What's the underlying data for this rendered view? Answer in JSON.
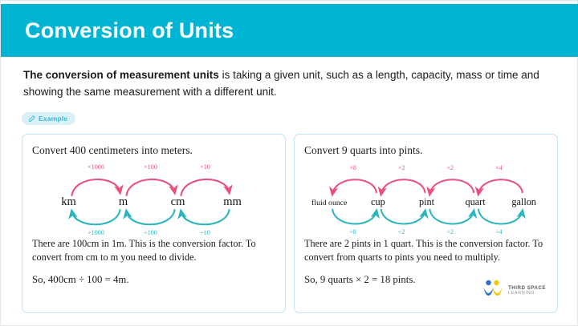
{
  "theme": {
    "header_bg": "#00b5d4",
    "pink": "#e8527f",
    "teal": "#2bb5bd",
    "box_border": "#bfe6ee",
    "pill_bg": "#d9f2f8",
    "pill_fg": "#3ab7cf"
  },
  "header": {
    "title": "Conversion of Units"
  },
  "intro": {
    "bold_lead": "The conversion of measurement units",
    "rest": " is taking a given unit, such as a length, capacity, mass or time and showing the same measurement with a different unit."
  },
  "pill": {
    "label": "Example",
    "icon": "pencil-icon"
  },
  "examples": [
    {
      "title": "Convert 400 centimeters into meters.",
      "diagram": {
        "units": [
          "km",
          "m",
          "cm",
          "mm"
        ],
        "top_labels": [
          "×1000",
          "×100",
          "×10"
        ],
        "bottom_labels": [
          "÷1000",
          "÷100",
          "÷10"
        ],
        "top_direction": "right",
        "bottom_direction": "left",
        "top_color": "#e8527f",
        "bottom_color": "#2bb5bd"
      },
      "body": "There are 100cm in 1m. This is the conversion factor. To convert from cm to m you need to divide.",
      "answer": "So, 400cm ÷ 100 = 4m."
    },
    {
      "title": "Convert 9 quarts into pints.",
      "diagram": {
        "units": [
          "fluid ounce",
          "cup",
          "pint",
          "quart",
          "gallon"
        ],
        "top_labels": [
          "×8",
          "×2",
          "×2",
          "×4"
        ],
        "bottom_labels": [
          "÷8",
          "÷2",
          "÷2",
          "÷4"
        ],
        "top_direction": "left",
        "bottom_direction": "right",
        "top_color": "#e8527f",
        "bottom_color": "#2bb5bd"
      },
      "body": "There are 2 pints in 1 quart. This is the conversion factor. To convert from quarts to pints you need to multiply.",
      "answer": "So, 9 quarts × 2 = 18 pints."
    }
  ],
  "logo": {
    "line1": "THIRD SPACE",
    "line2": "LEARNING"
  }
}
